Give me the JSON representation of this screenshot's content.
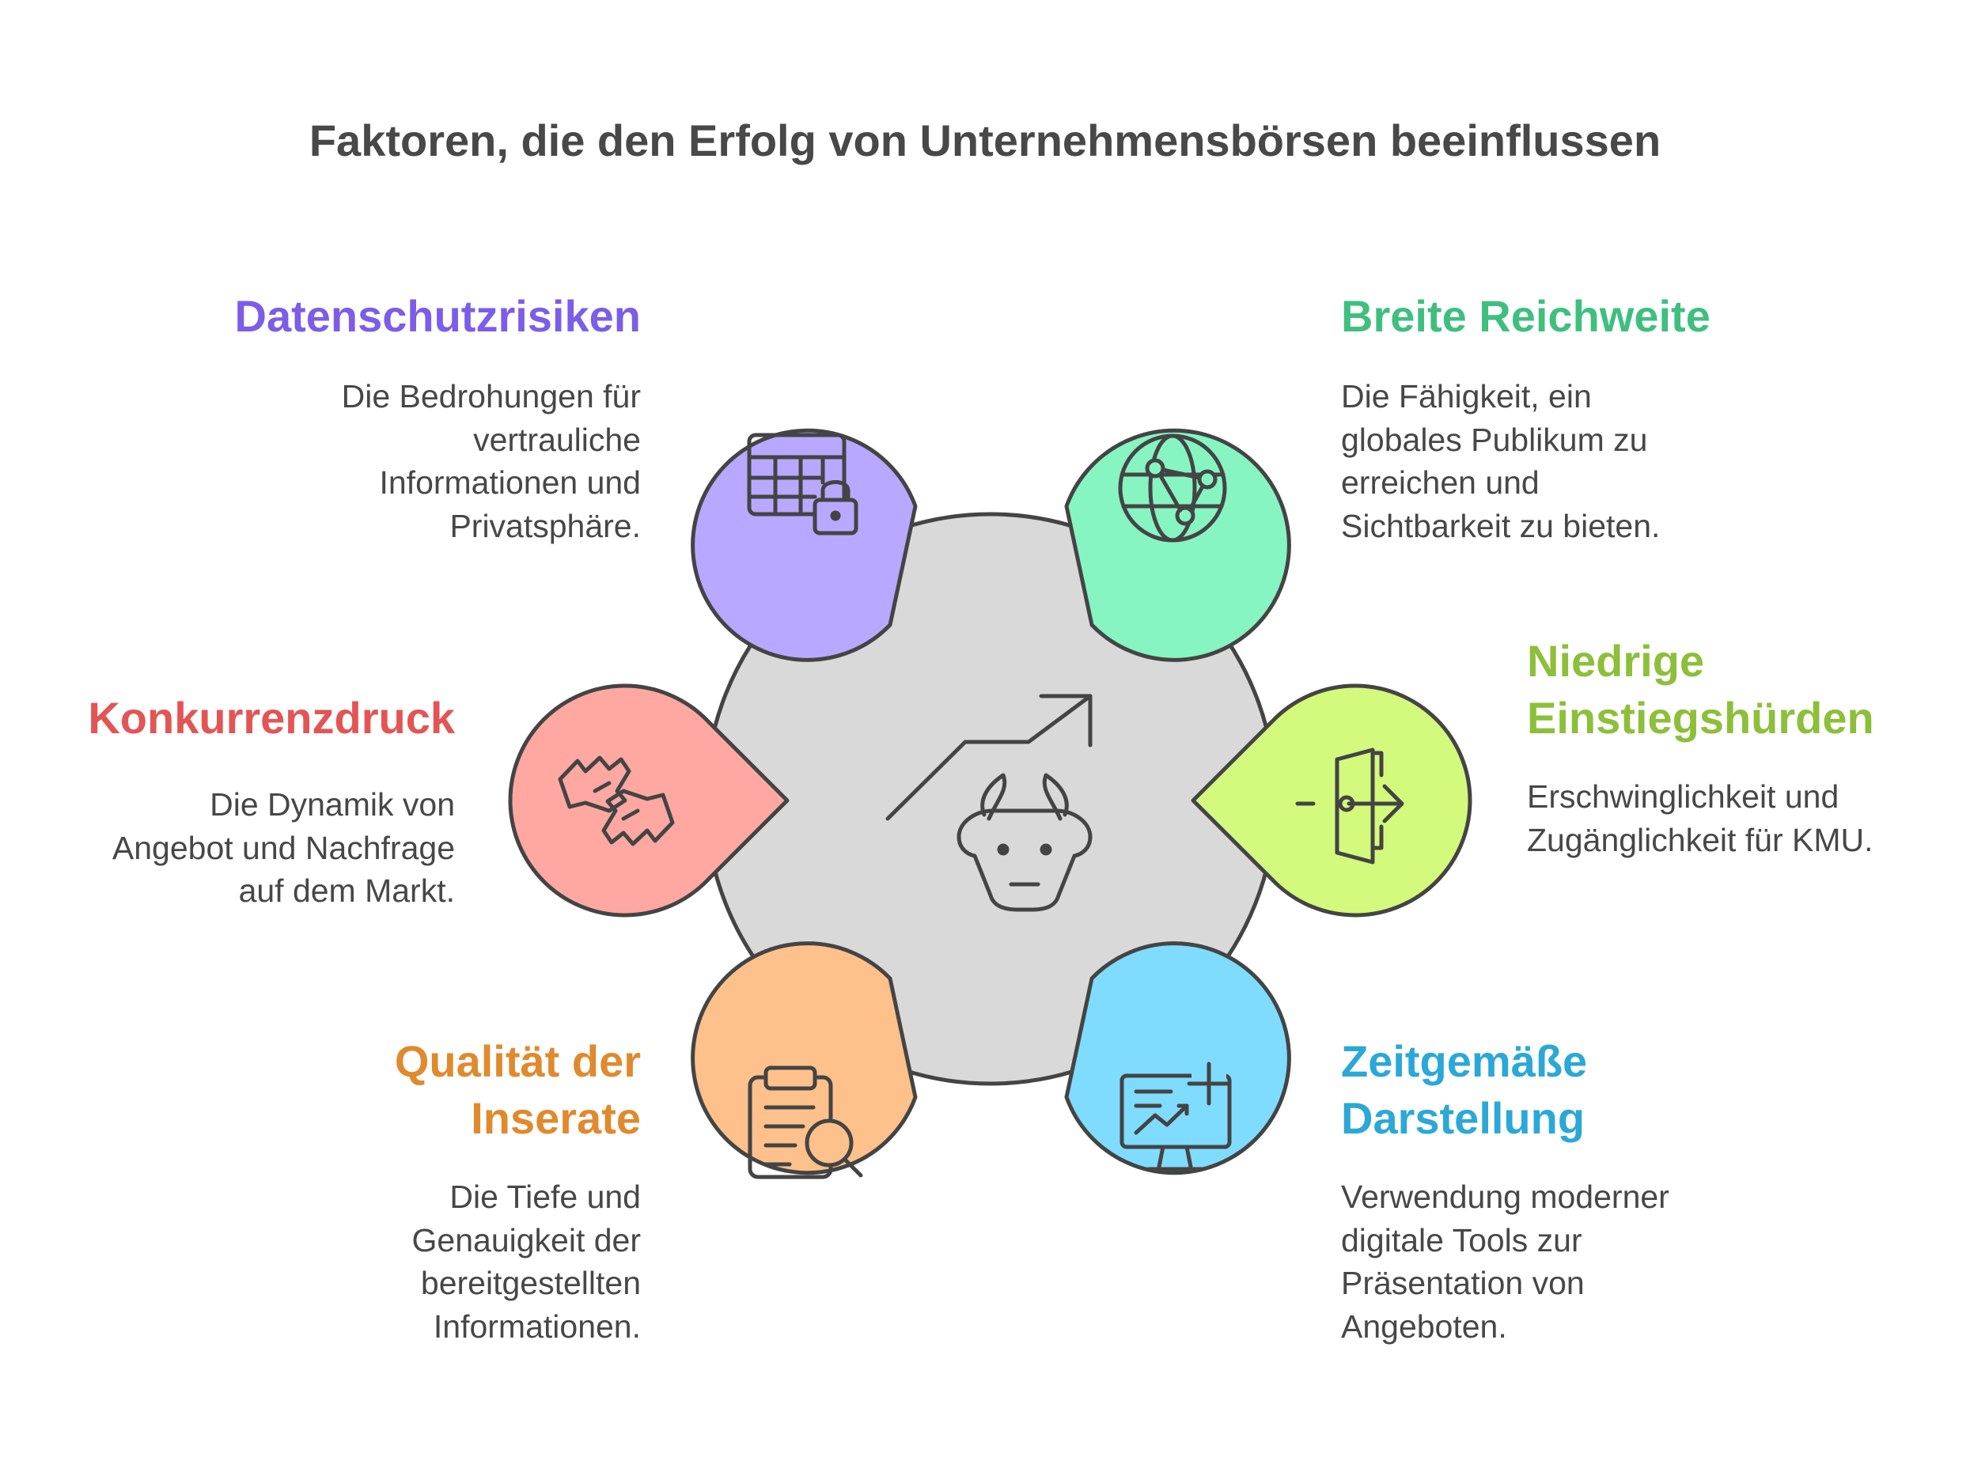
{
  "title": "Faktoren, die den Erfolg von Unternehmensbörsen beeinflussen",
  "factors": [
    {
      "title": "Datenschutzrisiken",
      "description": "Die Bedrohungen für\nvertrauliche\nInformationen und\nPrivatsphäre.",
      "color": "#7b5de8",
      "fill": "#b9a8ff",
      "icon": "table-lock-icon"
    },
    {
      "title": "Breite Reichweite",
      "description": "Die Fähigkeit, ein\nglobales Publikum zu\nerreichen und\nSichtbarkeit zu bieten.",
      "color": "#3fbf7f",
      "fill": "#86f5c2",
      "icon": "globe-network-icon"
    },
    {
      "title": "Konkurrenzdruck",
      "description": "Die Dynamik von\nAngebot und Nachfrage\nauf dem Markt.",
      "color": "#e35555",
      "fill": "#ffa8a2",
      "icon": "fists-bump-icon"
    },
    {
      "title": "Niedrige\nEinstiegshürden",
      "description": "Erschwinglichkeit und\nZugänglichkeit für KMU.",
      "color": "#8dbf3a",
      "fill": "#d3fa7c",
      "icon": "door-exit-icon"
    },
    {
      "title": "Qualität der\nInserate",
      "description": "Die Tiefe und\nGenauigkeit der\nbereitgestellten\nInformationen.",
      "color": "#e08a2e",
      "fill": "#ffc18b",
      "icon": "clipboard-search-icon"
    },
    {
      "title": "Zeitgemäße\nDarstellung",
      "description": "Verwendung moderner\ndigitale Tools zur\nPräsentation von\nAngeboten.",
      "color": "#2ba8d6",
      "fill": "#7fdcff",
      "icon": "monitor-chart-plus-icon"
    }
  ],
  "center": {
    "icon": "bull-market-icon",
    "fill": "#d9d9d9"
  },
  "stroke_color": "#444444"
}
